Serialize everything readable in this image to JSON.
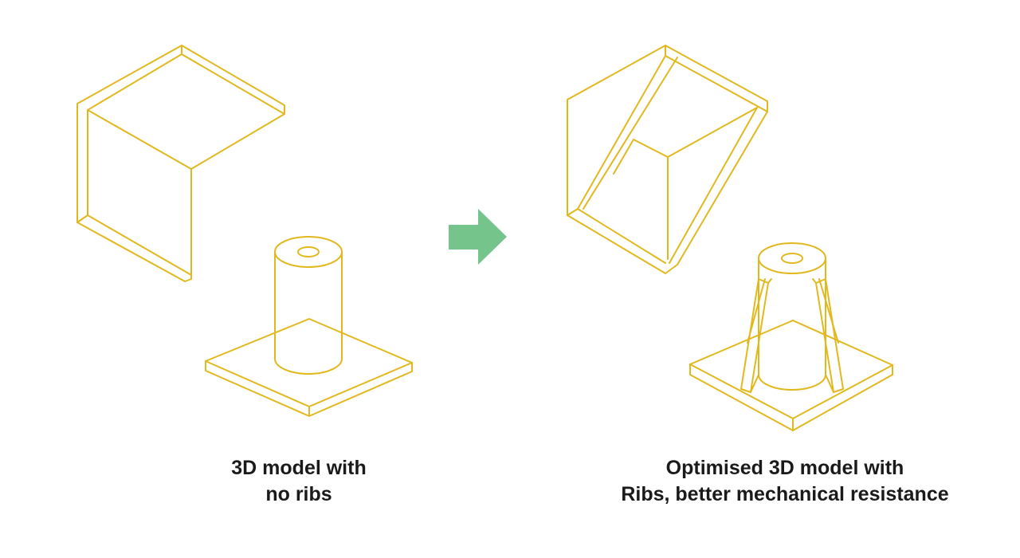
{
  "captions": {
    "left": {
      "line1": "3D model with",
      "line2": "no ribs"
    },
    "right": {
      "line1": "Optimised 3D model with",
      "line2": "Ribs, better mechanical resistance"
    }
  },
  "colors": {
    "outline": "#e2b81f",
    "arrow": "#74c48c",
    "text": "#1a1a1a",
    "background": "#ffffff"
  },
  "icons": {
    "arrow": "arrow-right-icon"
  }
}
